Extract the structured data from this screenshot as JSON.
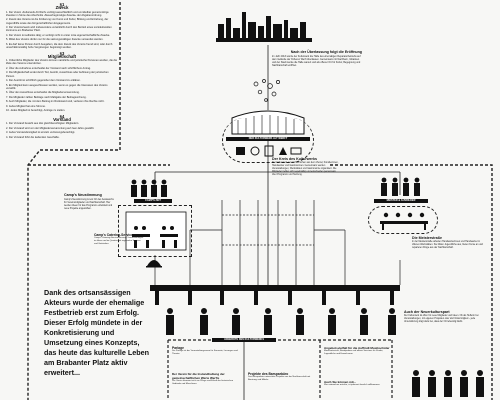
{
  "sections": {
    "zweck": {
      "num": "§1",
      "title": "Zweck",
      "items": [
        "1. Der Verein ›Kulturwerk Alt Werft‹ verfolgt ausschließlich und unmittelbar gemeinnützige Zwecke im Sinne des Abschnitts ›Steuerbegünstigte Zwecke‹ der Abgabenordnung.",
        "2. Zweck des Vereins ist die Förderung von Kunst und Kultur, Bildung und Erziehung, der Jugendhilfe sowie des bürgerschaftlichen Engagements.",
        "3. Der Vereinszweck wird insbesondere verwirklicht durch den Betrieb eines soziokulturellen Zentrums am Brabanter Platz.",
        "4. Der Verein ist selbstlos tätig; er verfolgt nicht in erster Linie eigenwirtschaftliche Zwecke.",
        "5. Mittel des Vereins dürfen nur für die satzungsmäßigen Zwecke verwendet werden.",
        "6. Es darf keine Person durch Ausgaben, die dem Zweck des Vereins fremd sind, oder durch unverhältnismäßig hohe Vergütungen begünstigt werden."
      ]
    },
    "mitglied": {
      "num": "§3",
      "title": "Mitgliedschaft",
      "items": [
        "1. Ordentliche Mitglieder des Vereins können natürliche und juristische Personen werden, die die Ziele des Vereins unterstützen.",
        "2. Über die Aufnahme entscheidet der Vorstand nach schriftlichem Antrag.",
        "3. Die Mitgliedschaft endet durch Tod, Austritt, Ausschluss oder Auflösung der juristischen Person.",
        "4. Der Austritt ist schriftlich gegenüber dem Vorstand zu erklären.",
        "5. Ein Mitglied kann ausgeschlossen werden, wenn es gegen die Interessen des Vereins verstößt.",
        "6. Über den Ausschluss entscheidet die Mitgliederversammlung.",
        "7. Die Mitglieder zahlen Beiträge nach Maßgabe der Beitragsordnung.",
        "8. Auch Mitglieder, die mit dem Beitrag im Rückstand sind, verlieren ihre Rechte nicht.",
        "9. Jedes Mitglied hat eine Stimme.",
        "10. Jedes Mitglied ist berechtigt, Anträge zu stellen."
      ]
    },
    "vorstand": {
      "num": "§4",
      "title": "Vorstand",
      "items": [
        "1. Der Vorstand besteht aus drei gleichberechtigten Mitgliedern.",
        "2. Der Vorstand wird von der Mitgliederversammlung auf zwei Jahre gewählt.",
        "3. Jedes Vorstandsmitglied ist einzeln vertretungsberechtigt.",
        "4. Der Vorstand führt die laufenden Geschäfte."
      ]
    }
  },
  "stadt": {
    "title": "Nach der Überlassung folgt die Eröffnung",
    "text": "Im Jahr 2013 wurde der Kulturwerk die Halle des ehemaligen Reparaturbetriebs auf dem Gelände der früheren Werft überlassen. Gemeinsam mit Nachbarn, Initiativen und der Stadt wurde die Halle saniert und als offener Ort für Kultur, Begegnung und Nachbarschaft eröffnet."
  },
  "kulturwerk": {
    "label": "DER KULTURWERK ALT WERFT",
    "title": "Der Kreis des Kulturwerks",
    "text": "Der Kulturwerk vereint Menschen aus dem Viertel, Künstlerinnen, Handwerker und Gastronomen. Gemeinsam werden Veranstaltungen, Werkstätten und Gastronomie organisiert. Die Mitglieder treffen sich regelmäßig und entscheiden gemeinsam über Programm und Nutzung."
  },
  "camp": {
    "title": "Camp's Neustimmung",
    "text": "Camp's Neustimmung ist ein Ort des Austauschs für Vereinsmitglieder und Nachbarschaft. Hier werden Ideen für das Programm entwickelt und neue Projekte angestoßen.",
    "label": "CAMP'S ZEIT",
    "card_title": "Camp's Catering-Service",
    "card_text": "Camp's Catering-Service versorgt Veranstaltungen im Haus und im Quartier mit regionalen Speisen und Getränken."
  },
  "meister": {
    "label": "MEISTER & AUSBILDER",
    "title": "Die Meisterstraße",
    "text": "In der Meisterstraße arbeiten Handwerkerinnen und Handwerker in offenen Werkstätten. Sie bilden Jugendliche aus, bieten Kurse an und reparieren Dinge aus der Nachbarschaft."
  },
  "intro": "Dank des ortsansässigen Akteurs wurde der ehemalige Festbetrieb erst zum Erfolg. Dieser Erfolg mündete in der Konkretisierung und Umsetzung eines Konzepts, das heute das kulturelle Leben am Brabanter Platz aktiv erweitert...",
  "bottom": {
    "label": "ANGEBOTE DES KULTURWERKS",
    "items": [
      {
        "title": "Parlage",
        "text": "Die Parlage ist der Veranstaltungsraum für Konzerte, Lesungen und Theater."
      },
      {
        "title": "Der Verein für die Instandhaltung der gemeinschaftlichen Werte Werfts",
        "text": "Der Verein kümmert sich um Pflege und Erhalt der historischen Gebäude und Maschinen."
      },
      {
        "title": "Projekte des Barsparbüro",
        "text": "Das Barsparbüro unterstützt Projekte aus der Nachbarschaft mit Beratung und Mitteln."
      },
      {
        "title": "Angebotsvielfalt für die Auffindt Musikschüler",
        "text": "Musikunterricht, Bandproben und offene Sessions für Kinder, Jugendliche und Erwachsene."
      },
      {
        "title": "Auch Sie können mit...",
        "text": "Wer mitmachen möchte, ist jederzeit herzlich willkommen."
      }
    ]
  },
  "neuhof": {
    "title": "Auch der Neuerkulturspart",
    "text": "Der Kulturwerk ist offen für neue Mitglieder und Ideen. Ob als Helferin bei Veranstaltungen, mit eigenen Projekten oder als Fördermitglied – jede Unterstützung trägt dazu bei, dass der Ort lebendig bleibt."
  },
  "colors": {
    "ink": "#111111",
    "paper": "#f7f7f5"
  }
}
